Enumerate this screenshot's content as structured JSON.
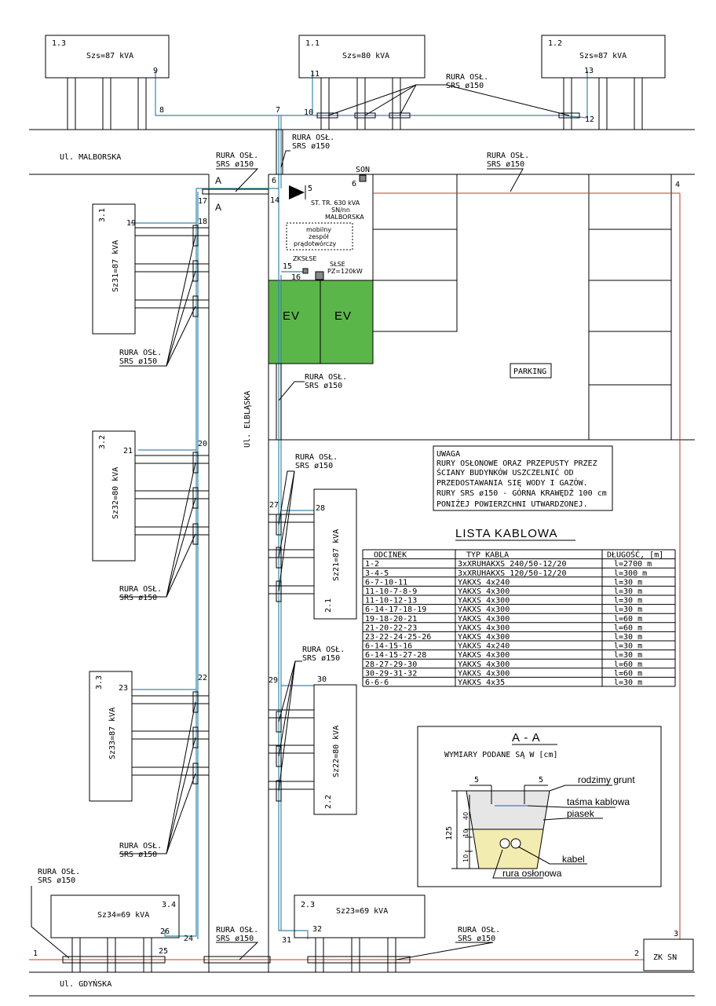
{
  "streets": {
    "malborska": "Ul. MALBORSKA",
    "elblaska": "Ul. ELBLĄSKA",
    "gdynska": "Ul. GDYŃSKA"
  },
  "buildings": {
    "b1_3": {
      "id": "1.3",
      "power": "Szs=87 kVA"
    },
    "b1_1": {
      "id": "1.1",
      "power": "Szs=80 kVA"
    },
    "b1_2": {
      "id": "1.2",
      "power": "Szs=87 kVA"
    },
    "b3_1": {
      "id": "3.1",
      "power": "Sz31=87 kVA"
    },
    "b3_2": {
      "id": "3.2",
      "power": "Sz32=80 kVA"
    },
    "b3_3": {
      "id": "3.3",
      "power": "Sz33=87 kVA"
    },
    "b3_4": {
      "id": "3.4",
      "power": "Sz34=69 kVA"
    },
    "b2_1": {
      "id": "2.1",
      "power": "Sz21=87 kVA"
    },
    "b2_2": {
      "id": "2.2",
      "power": "Sz22=80 kVA"
    },
    "b2_3": {
      "id": "2.3",
      "power": "Sz23=69 kVA"
    }
  },
  "pipe_label": {
    "line1": "RURA OSŁ.",
    "line2": "SRS ø150"
  },
  "station": {
    "son": "SON",
    "line1": "ST. TR. 630 kVA",
    "line2": "SN/nn",
    "line3": "MALBORSKA",
    "mobile1": "mobilny",
    "mobile2": "zespół",
    "mobile3": "prądotwórczy",
    "zkslse": "ZKSŁSE",
    "slse1": "SŁSE",
    "slse2": "PZ=120kW"
  },
  "section_mark": "A",
  "section_mark_l": "A",
  "ev_labels": [
    "EV",
    "EV"
  ],
  "parking": "PARKING",
  "zk_sn": "ZK SN",
  "nodes": [
    "1",
    "2",
    "3",
    "4",
    "5",
    "6",
    "6",
    "7",
    "8",
    "9",
    "10",
    "11",
    "12",
    "13",
    "14",
    "15",
    "16",
    "17",
    "18",
    "19",
    "20",
    "21",
    "22",
    "23",
    "24",
    "25",
    "26",
    "27",
    "28",
    "29",
    "30",
    "31",
    "32"
  ],
  "note": {
    "l1": "UWAGA",
    "l2": "RURY OSŁONOWE ORAZ PRZEPUSTY PRZEZ",
    "l3": "ŚCIANY BUDYNKÓW USZCZELNIĆ OD",
    "l4": "PRZEDOSTAWANIA SIĘ WODY I GAZÓW.",
    "l5": "RURY SRS ø150 - GÓRNA KRAWĘDŹ 100 cm",
    "l6": "PONIŻEJ POWIERZCHNI UTWARDZONEJ."
  },
  "cable_list": {
    "title": "LISTA KABLOWA",
    "headers": [
      "ODCINEK",
      "TYP KABLA",
      "DŁUGOŚĆ, [m]"
    ],
    "rows": [
      [
        "1-2",
        "3xXRUHAKXS 240/50-12/20",
        "l=2700 m"
      ],
      [
        "3-4-5",
        "3xXRUHAKXS 120/50-12/20",
        "l=300 m"
      ],
      [
        "6-7-10-11",
        "YAKXS 4x240",
        "l=30 m"
      ],
      [
        "11-10-7-8-9",
        "YAKXS 4x300",
        "l=30 m"
      ],
      [
        "11-10-12-13",
        "YAKXS 4x300",
        "l=30 m"
      ],
      [
        "6-14-17-18-19",
        "YAKXS 4x300",
        "l=30 m"
      ],
      [
        "19-18-20-21",
        "YAKXS 4x300",
        "l=60 m"
      ],
      [
        "21-20-22-23",
        "YAKXS 4x300",
        "l=60 m"
      ],
      [
        "23-22-24-25-26",
        "YAKXS 4x300",
        "l=30 m"
      ],
      [
        "6-14-15-16",
        "YAKXS 4x240",
        "l=30 m"
      ],
      [
        "6-14-15-27-28",
        "YAKXS 4x300",
        "l=30 m"
      ],
      [
        "28-27-29-30",
        "YAKXS 4x300",
        "l=60 m"
      ],
      [
        "30-29-31-32",
        "YAKXS 4x300",
        "l=60 m"
      ],
      [
        "6-6-6",
        "YAKXS 4x35",
        "l=30 m"
      ]
    ]
  },
  "section": {
    "title": "A - A",
    "subtitle": "WYMIARY PODANE SĄ W [cm]",
    "dim_top_l": "5",
    "dim_top_r": "5",
    "dim_125": "125",
    "dim_40": "40",
    "dim_10a": "10",
    "dim_10b": "10",
    "native_soil": "rodzimy grunt",
    "tape": "taśma kablowa",
    "sand": "piasek",
    "cable": "kabel",
    "pipe": "rura osłonowa"
  },
  "colors": {
    "cable": "#3a88a8",
    "mv": "#c0392b",
    "ev": "#5bb64a",
    "sand": "#f3ecb0"
  }
}
